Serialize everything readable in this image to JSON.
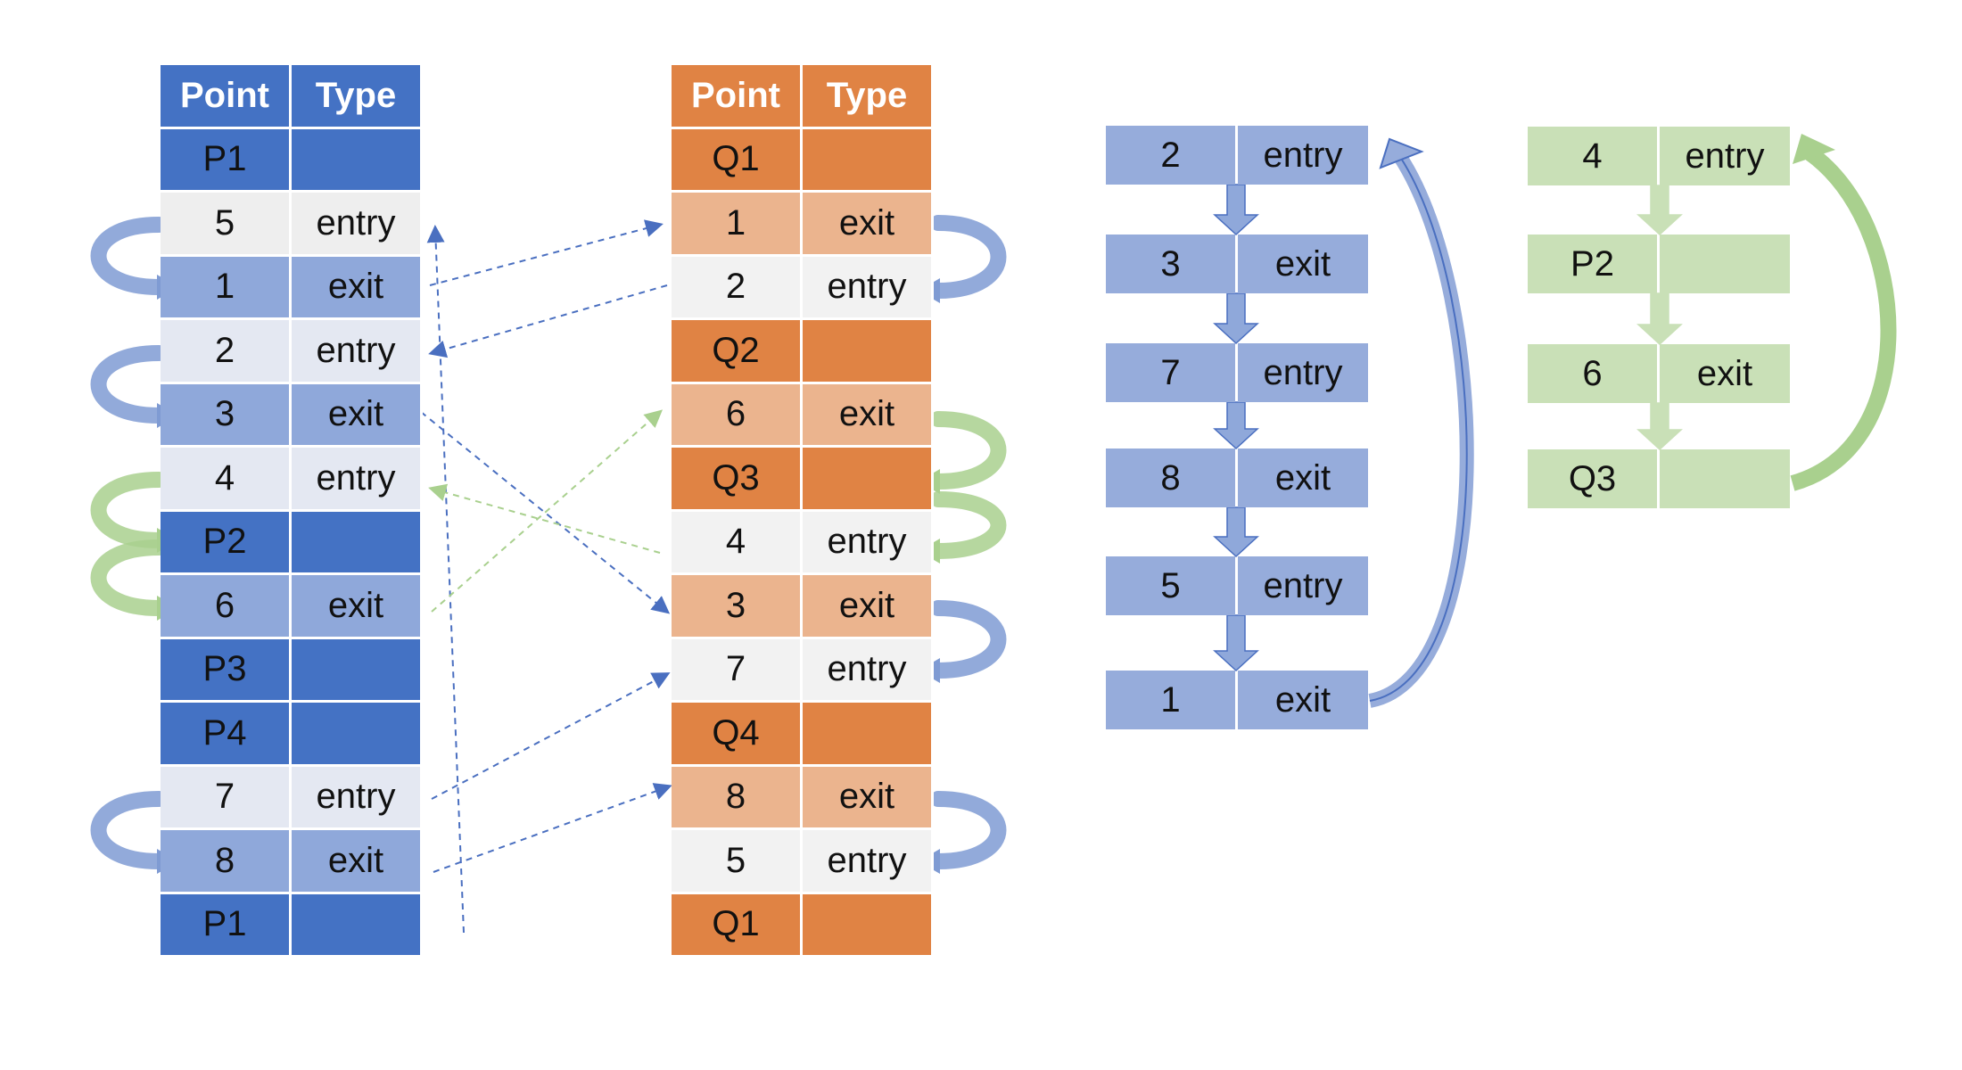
{
  "table_p": {
    "headers": [
      "Point",
      "Type"
    ],
    "rows": [
      {
        "point": "P1",
        "type": ""
      },
      {
        "point": "5",
        "type": "entry"
      },
      {
        "point": "1",
        "type": "exit"
      },
      {
        "point": "2",
        "type": "entry"
      },
      {
        "point": "3",
        "type": "exit"
      },
      {
        "point": "4",
        "type": "entry"
      },
      {
        "point": "P2",
        "type": ""
      },
      {
        "point": "6",
        "type": "exit"
      },
      {
        "point": "P3",
        "type": ""
      },
      {
        "point": "P4",
        "type": ""
      },
      {
        "point": "7",
        "type": "entry"
      },
      {
        "point": "8",
        "type": "exit"
      },
      {
        "point": "P1",
        "type": ""
      }
    ]
  },
  "table_q": {
    "headers": [
      "Point",
      "Type"
    ],
    "rows": [
      {
        "point": "Q1",
        "type": ""
      },
      {
        "point": "1",
        "type": "exit"
      },
      {
        "point": "2",
        "type": "entry"
      },
      {
        "point": "Q2",
        "type": ""
      },
      {
        "point": "6",
        "type": "exit"
      },
      {
        "point": "Q3",
        "type": ""
      },
      {
        "point": "4",
        "type": "entry"
      },
      {
        "point": "3",
        "type": "exit"
      },
      {
        "point": "7",
        "type": "entry"
      },
      {
        "point": "Q4",
        "type": ""
      },
      {
        "point": "8",
        "type": "exit"
      },
      {
        "point": "5",
        "type": "entry"
      },
      {
        "point": "Q1",
        "type": ""
      }
    ]
  },
  "chain_blue": [
    {
      "point": "2",
      "type": "entry"
    },
    {
      "point": "3",
      "type": "exit"
    },
    {
      "point": "7",
      "type": "entry"
    },
    {
      "point": "8",
      "type": "exit"
    },
    {
      "point": "5",
      "type": "entry"
    },
    {
      "point": "1",
      "type": "exit"
    }
  ],
  "chain_green": [
    {
      "point": "4",
      "type": "entry"
    },
    {
      "point": "P2",
      "type": ""
    },
    {
      "point": "6",
      "type": "exit"
    },
    {
      "point": "Q3",
      "type": ""
    }
  ],
  "colors": {
    "blue_header": "#4472C4",
    "orange_header": "#E08344",
    "blue_flow": "#96ACDB",
    "green_flow": "#C9E0B7",
    "blue_arrow": "#7F9BD3",
    "green_arrow": "#A9D08E"
  }
}
